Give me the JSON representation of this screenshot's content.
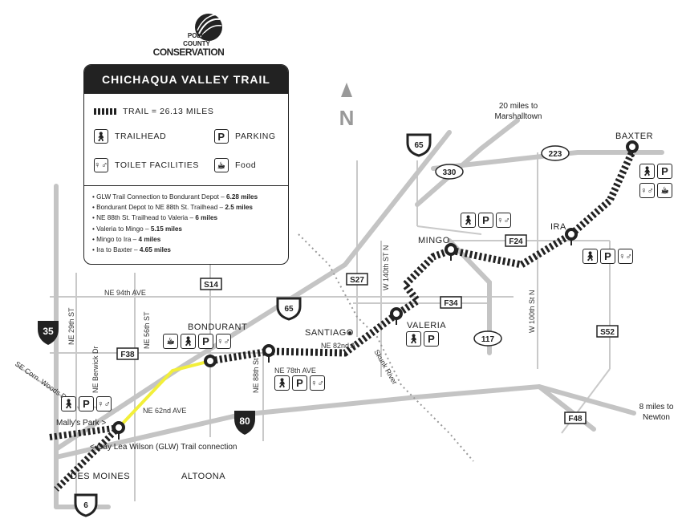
{
  "logo": {
    "line1": "POLK",
    "line2": "COUNTY",
    "line3": "CONSERVATION"
  },
  "legend": {
    "title": "CHICHAQUA VALLEY TRAIL",
    "trail": "TRAIL = 26.13 MILES",
    "trailhead": "TRAILHEAD",
    "parking": "PARKING",
    "toilet": "TOILET FACILITIES",
    "food": "Food",
    "parking_symbol": "P",
    "segments": [
      {
        "label": "GLW Trail Connection to Bondurant Depot",
        "miles": "6.28 miles"
      },
      {
        "label": "Bondurant Depot to NE 88th St. Trailhead",
        "miles": "2.5 miles"
      },
      {
        "label": "NE 88th St. Trailhead to Valeria",
        "miles": "6 miles"
      },
      {
        "label": "Valeria to Mingo",
        "miles": "5.15 miles"
      },
      {
        "label": "Mingo to Ira",
        "miles": "4 miles"
      },
      {
        "label": "Ira to Baxter",
        "miles": "4.65 miles"
      }
    ]
  },
  "north": "N",
  "towns": {
    "baxter": "BAXTER",
    "ira": "IRA",
    "mingo": "MINGO",
    "valeria": "VALERIA",
    "santiago": "SANTIAGO",
    "bondurant": "BONDURANT",
    "des_moines": "DES MOINES",
    "altoona": "ALTOONA",
    "mallys_park": "Mally's Park >"
  },
  "destinations": {
    "marshalltown": "20 miles to\nMarshalltown",
    "newton": "8 miles to\nNewton",
    "glw": "< Gay Lea Wilson (GLW) Trail connection"
  },
  "roads": {
    "ne94": "NE 94th AVE",
    "ne82": "NE 82nd A",
    "ne78": "NE 78th AVE",
    "ne62": "NE 62nd AVE",
    "ne29": "NE 29th ST",
    "ne56": "NE 56th ST",
    "ne88": "NE 88th St",
    "berwick": "NE Berwick Dr",
    "corn": "SE Corn. Woods Dr",
    "w140": "W 140th ST N",
    "w100": "W 100th St N",
    "skunk": "Skunk River"
  },
  "route_markers": {
    "i35": "35",
    "i80": "80",
    "us65a": "65",
    "us65b": "65",
    "us6": "6",
    "r330": "330",
    "r223": "223",
    "r117": "117",
    "s14": "S14",
    "s27": "S27",
    "s52": "S52",
    "f24": "F24",
    "f34": "F34",
    "f38": "F38",
    "f48": "F48"
  },
  "colors": {
    "road": "#c8c8c8",
    "trail": "#222222",
    "connector": "#f2ef3a",
    "legend_header": "#222222"
  }
}
